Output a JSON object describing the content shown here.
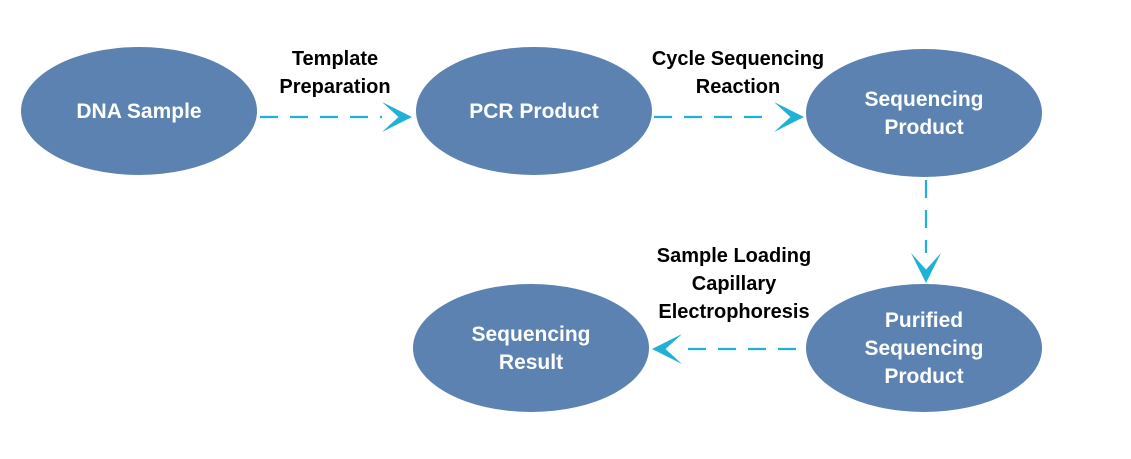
{
  "colors": {
    "node_fill": "#5b82b1",
    "node_text": "#ffffff",
    "arrow": "#1fb1d6",
    "label_text": "#000000"
  },
  "nodes": [
    {
      "id": "dna-sample",
      "lines": [
        "DNA Sample"
      ]
    },
    {
      "id": "pcr-product",
      "lines": [
        "PCR Product"
      ]
    },
    {
      "id": "sequencing-product",
      "lines": [
        "Sequencing",
        "Product"
      ]
    },
    {
      "id": "purified-sequencing-product",
      "lines": [
        "Purified",
        "Sequencing",
        "Product"
      ]
    },
    {
      "id": "sequencing-result",
      "lines": [
        "Sequencing",
        "Result"
      ]
    }
  ],
  "edges": [
    {
      "id": "template-preparation",
      "from": "dna-sample",
      "to": "pcr-product",
      "label_lines": [
        "Template",
        "Preparation"
      ]
    },
    {
      "id": "cycle-sequencing-reaction",
      "from": "pcr-product",
      "to": "sequencing-product",
      "label_lines": [
        "Cycle Sequencing",
        "Reaction"
      ]
    },
    {
      "id": "purification",
      "from": "sequencing-product",
      "to": "purified-sequencing-product",
      "label_lines": []
    },
    {
      "id": "sample-loading-capillary-electrophoresis",
      "from": "purified-sequencing-product",
      "to": "sequencing-result",
      "label_lines": [
        "Sample Loading",
        "Capillary",
        "Electrophoresis"
      ]
    }
  ]
}
